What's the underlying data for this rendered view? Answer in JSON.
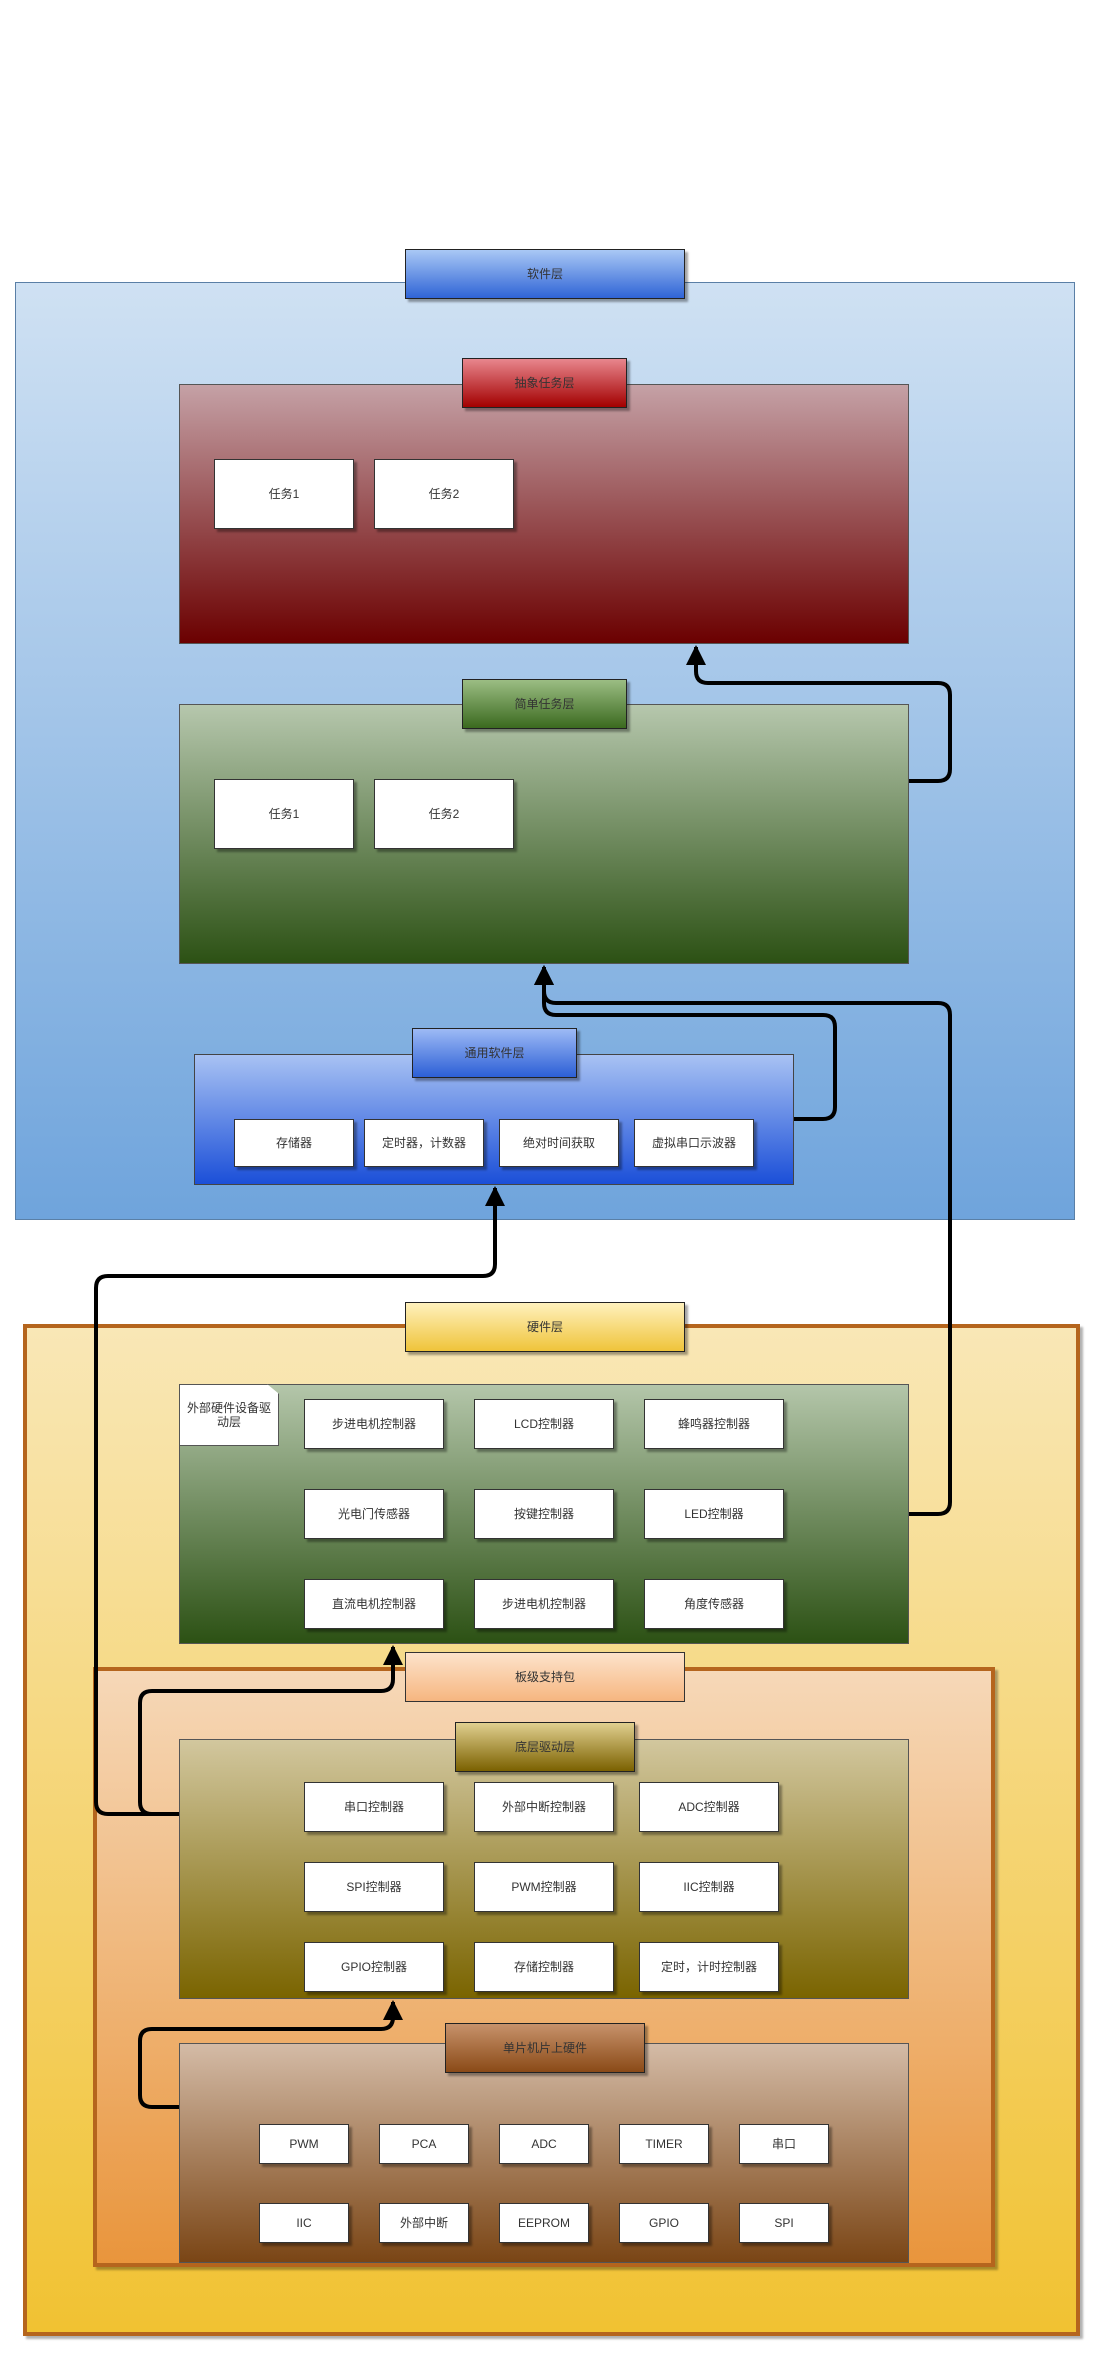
{
  "software": {
    "title": "软件层",
    "abstract_layer": {
      "title": "抽象任务层",
      "tasks": [
        "任务1",
        "任务2"
      ]
    },
    "simple_layer": {
      "title": "简单任务层",
      "tasks": [
        "任务1",
        "任务2"
      ]
    },
    "common_layer": {
      "title": "通用软件层",
      "items": [
        "存储器",
        "定时器，计数器",
        "绝对时间获取",
        "虚拟串口示波器"
      ]
    }
  },
  "hardware": {
    "title": "硬件层",
    "external_drivers": {
      "note": "外部硬件设备驱动层",
      "items": [
        "步进电机控制器",
        "LCD控制器",
        "蜂鸣器控制器",
        "光电门传感器",
        "按键控制器",
        "LED控制器",
        "直流电机控制器",
        "步进电机控制器",
        "角度传感器"
      ]
    },
    "bsp": {
      "title": "板级支持包",
      "low_driver": {
        "title": "底层驱动层",
        "items": [
          "串口控制器",
          "外部中断控制器",
          "ADC控制器",
          "SPI控制器",
          "PWM控制器",
          "IIC控制器",
          "GPIO控制器",
          "存储控制器",
          "定时，计时控制器"
        ]
      },
      "mcu_hw": {
        "title": "单片机片上硬件",
        "items": [
          "PWM",
          "PCA",
          "ADC",
          "TIMER",
          "串口",
          "IIC",
          "外部中断",
          "EEPROM",
          "GPIO",
          "SPI"
        ]
      }
    }
  },
  "colors": {
    "software_bg": "#c9ddf0",
    "abstract_red": "#700000",
    "simple_green": "#2d5316",
    "common_blue": "#1b4fd8",
    "hardware_yellow": "#f3c63a",
    "bsp_orange": "#e9953c",
    "low_driver_olive": "#7a6400",
    "mcu_brown": "#7a4515"
  }
}
